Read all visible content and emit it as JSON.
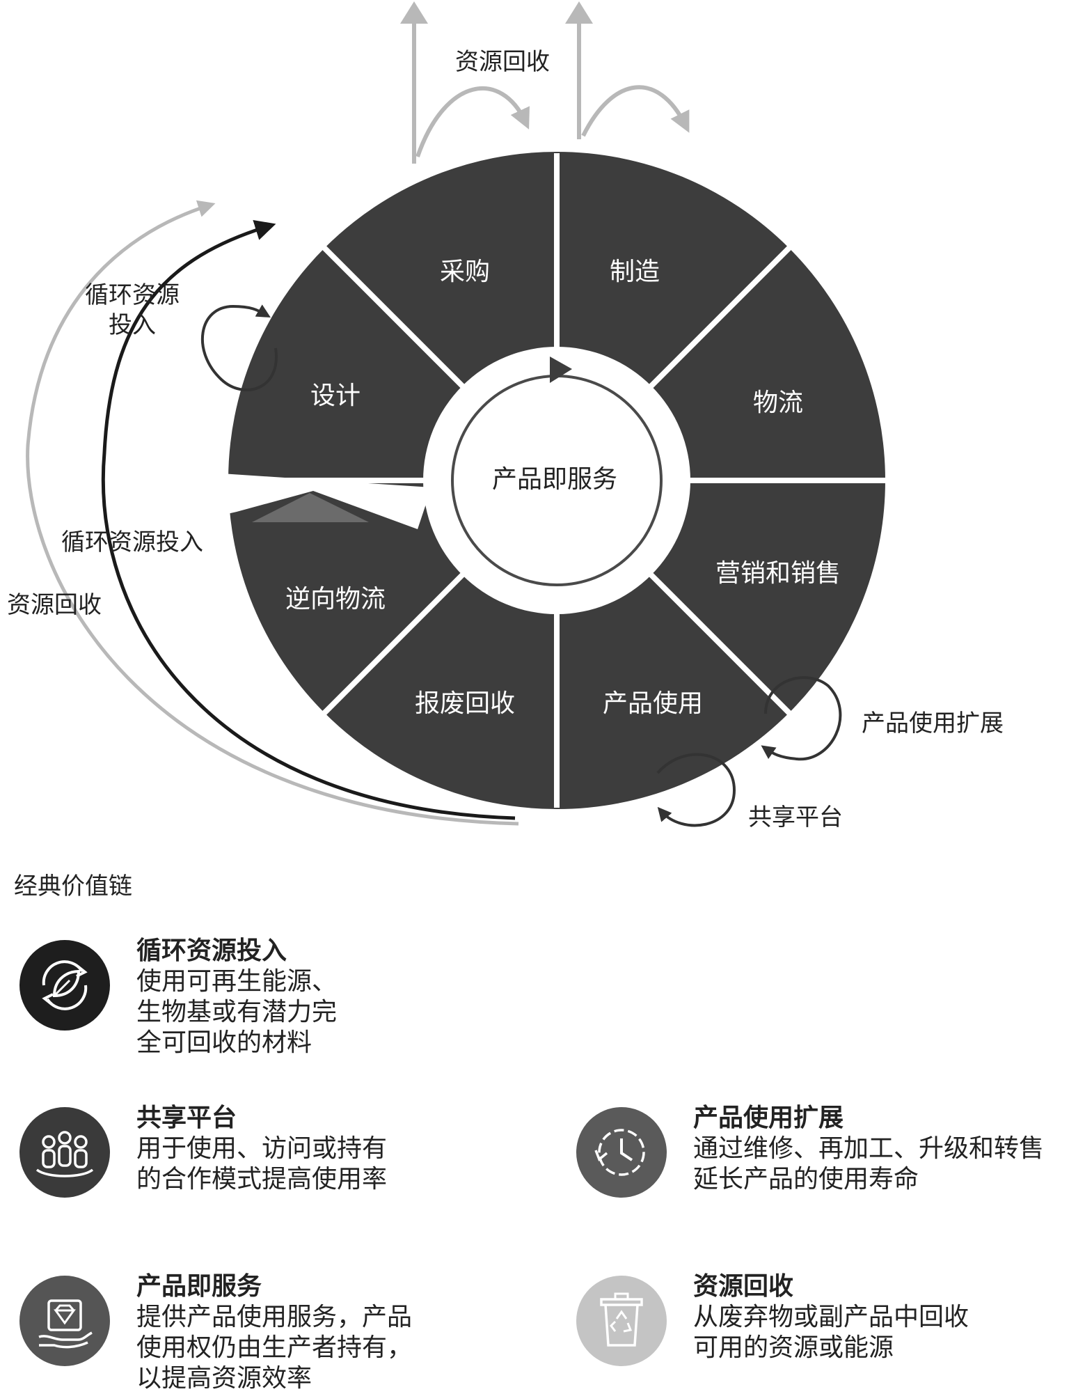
{
  "diagram": {
    "segments": {
      "design": "设计",
      "procurement": "采购",
      "manufacturing": "制造",
      "logistics": "物流",
      "marketing": "营销和销售",
      "product_use": "产品使用",
      "recycling": "报废回收",
      "reverse_logistics": "逆向物流"
    },
    "center": "产品即服务",
    "labels": {
      "top_recovery": "资源回收",
      "circular_input_upper": [
        "循环资源",
        "投入"
      ],
      "circular_input_lower": "循环资源投入",
      "left_recovery": "资源回收",
      "life_extension": "产品使用扩展",
      "sharing": "共享平台"
    },
    "colors": {
      "segment": "#3d3d3d",
      "black_arrow": "#1a1a1a",
      "grey_arrow": "#b8b8b8"
    }
  },
  "legend": {
    "heading": "经典价值链",
    "items": [
      {
        "title": "循环资源投入",
        "desc": "使用可再生能源、\n生物基或有潜力完\n全可回收的材料",
        "icon": "leaf-cycle-icon"
      },
      {
        "title": "共享平台",
        "desc": "用于使用、访问或持有\n的合作模式提高使用率",
        "icon": "people-group-icon"
      },
      {
        "title": "产品使用扩展",
        "desc": "通过维修、再加工、升级和转售\n延长产品的使用寿命",
        "icon": "clock-cycle-icon"
      },
      {
        "title": "产品即服务",
        "desc": "提供产品使用服务，产品\n使用权仍由生产者持有，\n以提高资源效率",
        "icon": "diamond-hand-icon"
      },
      {
        "title": "资源回收",
        "desc": "从废弃物或副产品中回收\n可用的资源或能源",
        "icon": "recycle-bin-icon"
      }
    ]
  }
}
